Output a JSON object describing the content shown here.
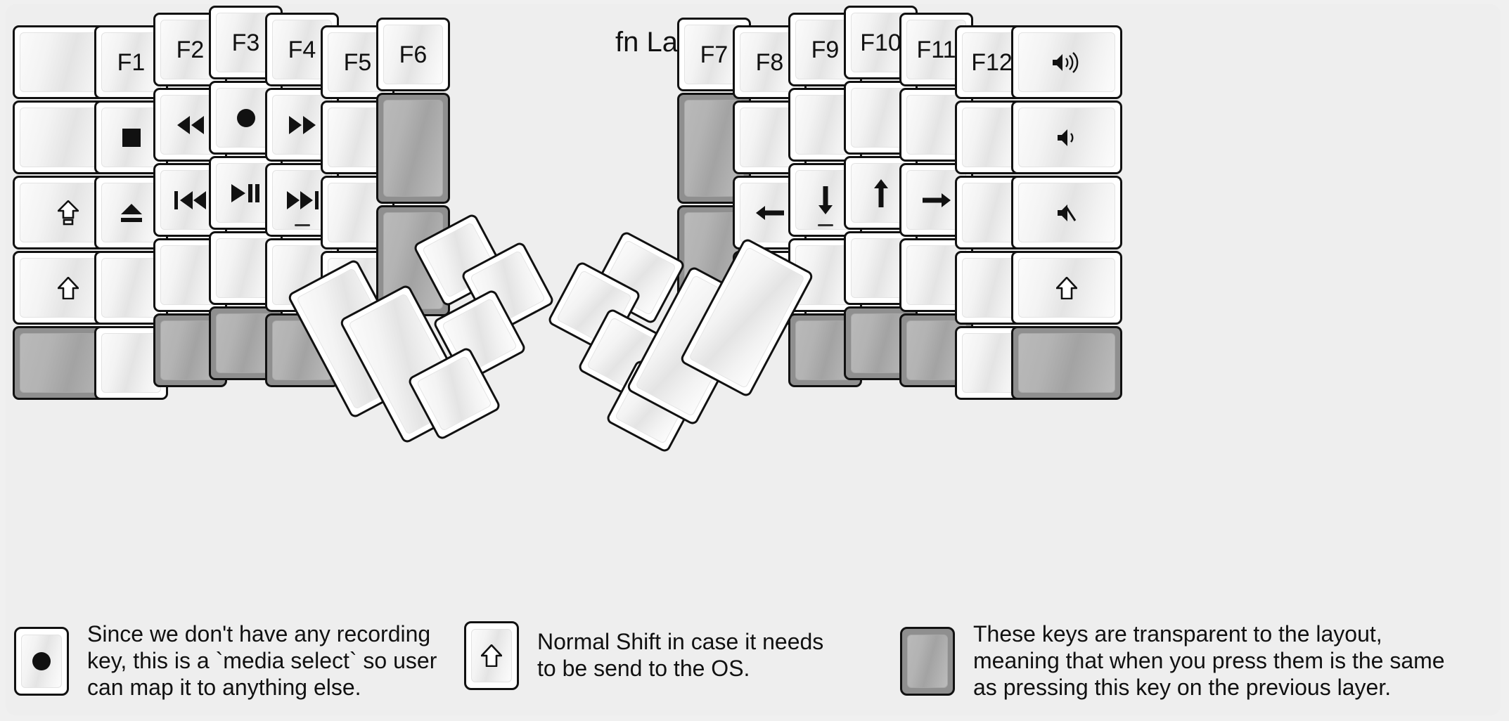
{
  "title": "fn Layer",
  "colors": {
    "background": "#eeeeee",
    "keycap_white": "#ffffff",
    "keycap_transparent": "#8f8f8f",
    "outline": "#111111"
  },
  "left_half": {
    "columns": [
      {
        "name": "pinky-outer",
        "keys": [
          {
            "label": "",
            "icon": "blank",
            "type": "normal"
          },
          {
            "label": "",
            "icon": "blank",
            "type": "normal"
          },
          {
            "label": "",
            "icon": "caps-lock-icon",
            "type": "normal"
          },
          {
            "label": "",
            "icon": "shift-icon",
            "type": "normal"
          },
          {
            "label": "",
            "icon": "blank",
            "type": "transparent"
          }
        ]
      },
      {
        "name": "pinky",
        "keys": [
          {
            "label": "F1",
            "icon": "",
            "type": "normal"
          },
          {
            "label": "",
            "icon": "media-stop-icon",
            "type": "normal"
          },
          {
            "label": "",
            "icon": "media-eject-icon",
            "type": "normal"
          },
          {
            "label": "",
            "icon": "blank",
            "type": "normal"
          },
          {
            "label": "",
            "icon": "blank",
            "type": "normal"
          }
        ]
      },
      {
        "name": "ring",
        "keys": [
          {
            "label": "F2",
            "icon": "",
            "type": "normal"
          },
          {
            "label": "",
            "icon": "media-rewind-icon",
            "type": "normal"
          },
          {
            "label": "",
            "icon": "media-previous-icon",
            "type": "normal"
          },
          {
            "label": "",
            "icon": "blank",
            "type": "normal"
          },
          {
            "label": "",
            "icon": "blank",
            "type": "transparent"
          }
        ]
      },
      {
        "name": "middle",
        "keys": [
          {
            "label": "F3",
            "icon": "",
            "type": "normal"
          },
          {
            "label": "",
            "icon": "media-record-icon",
            "type": "normal"
          },
          {
            "label": "",
            "icon": "media-play-pause-icon",
            "type": "normal"
          },
          {
            "label": "",
            "icon": "blank",
            "type": "normal"
          },
          {
            "label": "",
            "icon": "blank",
            "type": "transparent"
          }
        ]
      },
      {
        "name": "index",
        "keys": [
          {
            "label": "F4",
            "icon": "",
            "type": "normal"
          },
          {
            "label": "",
            "icon": "media-fast-forward-icon",
            "type": "normal"
          },
          {
            "label": "",
            "icon": "media-next-icon",
            "type": "normal",
            "homing": true
          },
          {
            "label": "",
            "icon": "blank",
            "type": "normal"
          },
          {
            "label": "",
            "icon": "blank",
            "type": "transparent"
          }
        ]
      },
      {
        "name": "index-inner",
        "keys": [
          {
            "label": "F5",
            "icon": "",
            "type": "normal"
          },
          {
            "label": "",
            "icon": "blank",
            "type": "normal"
          },
          {
            "label": "",
            "icon": "blank",
            "type": "normal"
          },
          {
            "label": "",
            "icon": "blank",
            "type": "normal"
          }
        ]
      },
      {
        "name": "inner-extra",
        "keys": [
          {
            "label": "F6",
            "icon": "",
            "type": "normal"
          },
          {
            "label": "",
            "icon": "blank",
            "type": "transparent"
          },
          {
            "label": "",
            "icon": "blank",
            "type": "transparent"
          }
        ]
      }
    ],
    "thumb_cluster": [
      {
        "name": "thumb-big-1",
        "label": "",
        "icon": "blank",
        "type": "normal"
      },
      {
        "name": "thumb-big-2",
        "label": "",
        "icon": "blank",
        "type": "normal"
      },
      {
        "name": "thumb-small-top",
        "label": "",
        "icon": "blank",
        "type": "normal"
      },
      {
        "name": "thumb-small-upper-right",
        "label": "",
        "icon": "blank",
        "type": "normal"
      },
      {
        "name": "thumb-small-mid-right",
        "label": "",
        "icon": "blank",
        "type": "normal"
      },
      {
        "name": "thumb-small-bottom",
        "label": "",
        "icon": "blank",
        "type": "normal"
      }
    ]
  },
  "right_half": {
    "columns": [
      {
        "name": "inner-extra",
        "keys": [
          {
            "label": "F7",
            "icon": "",
            "type": "normal"
          },
          {
            "label": "",
            "icon": "blank",
            "type": "transparent"
          },
          {
            "label": "",
            "icon": "blank",
            "type": "transparent"
          }
        ]
      },
      {
        "name": "index-inner",
        "keys": [
          {
            "label": "F8",
            "icon": "",
            "type": "normal"
          },
          {
            "label": "",
            "icon": "blank",
            "type": "normal"
          },
          {
            "label": "",
            "icon": "arrow-left-icon",
            "type": "normal"
          },
          {
            "label": "",
            "icon": "blank",
            "type": "normal"
          }
        ]
      },
      {
        "name": "index",
        "keys": [
          {
            "label": "F9",
            "icon": "",
            "type": "normal"
          },
          {
            "label": "",
            "icon": "blank",
            "type": "normal"
          },
          {
            "label": "",
            "icon": "arrow-down-icon",
            "type": "normal",
            "homing": true
          },
          {
            "label": "",
            "icon": "blank",
            "type": "normal"
          },
          {
            "label": "",
            "icon": "blank",
            "type": "transparent"
          }
        ]
      },
      {
        "name": "middle",
        "keys": [
          {
            "label": "F10",
            "icon": "",
            "type": "normal"
          },
          {
            "label": "",
            "icon": "blank",
            "type": "normal"
          },
          {
            "label": "",
            "icon": "arrow-up-icon",
            "type": "normal"
          },
          {
            "label": "",
            "icon": "blank",
            "type": "normal"
          },
          {
            "label": "",
            "icon": "blank",
            "type": "transparent"
          }
        ]
      },
      {
        "name": "ring",
        "keys": [
          {
            "label": "F11",
            "icon": "",
            "type": "normal"
          },
          {
            "label": "",
            "icon": "blank",
            "type": "normal"
          },
          {
            "label": "",
            "icon": "arrow-right-icon",
            "type": "normal"
          },
          {
            "label": "",
            "icon": "blank",
            "type": "normal"
          },
          {
            "label": "",
            "icon": "blank",
            "type": "transparent"
          }
        ]
      },
      {
        "name": "pinky",
        "keys": [
          {
            "label": "F12",
            "icon": "",
            "type": "normal"
          },
          {
            "label": "",
            "icon": "blank",
            "type": "normal"
          },
          {
            "label": "",
            "icon": "blank",
            "type": "normal"
          },
          {
            "label": "",
            "icon": "blank",
            "type": "normal"
          },
          {
            "label": "",
            "icon": "blank",
            "type": "normal"
          }
        ]
      },
      {
        "name": "pinky-outer",
        "keys": [
          {
            "label": "",
            "icon": "volume-up-icon",
            "type": "normal"
          },
          {
            "label": "",
            "icon": "volume-down-icon",
            "type": "normal"
          },
          {
            "label": "",
            "icon": "volume-mute-icon",
            "type": "normal"
          },
          {
            "label": "",
            "icon": "shift-icon",
            "type": "normal"
          },
          {
            "label": "",
            "icon": "blank",
            "type": "transparent"
          }
        ]
      }
    ],
    "thumb_cluster": [
      {
        "name": "thumb-small-top",
        "label": "",
        "icon": "blank",
        "type": "normal"
      },
      {
        "name": "thumb-small-upper-left",
        "label": "",
        "icon": "blank",
        "type": "normal"
      },
      {
        "name": "thumb-small-mid-left",
        "label": "",
        "icon": "blank",
        "type": "normal"
      },
      {
        "name": "thumb-small-bottom",
        "label": "",
        "icon": "blank",
        "type": "normal"
      },
      {
        "name": "thumb-big-1",
        "label": "",
        "icon": "blank",
        "type": "normal"
      },
      {
        "name": "thumb-big-2",
        "label": "",
        "icon": "blank",
        "type": "normal"
      }
    ]
  },
  "legend": [
    {
      "key_icon": "media-record-icon",
      "key_type": "normal",
      "text": "Since we don't have any recording\nkey, this is a `media select` so user\ncan map it to anything else."
    },
    {
      "key_icon": "shift-icon",
      "key_type": "normal",
      "text": "Normal Shift in case it needs\nto be send to the OS."
    },
    {
      "key_icon": "blank",
      "key_type": "transparent",
      "text": "These keys are transparent to the layout,\nmeaning that when you press them is the same\nas pressing this key on the previous layer."
    }
  ]
}
